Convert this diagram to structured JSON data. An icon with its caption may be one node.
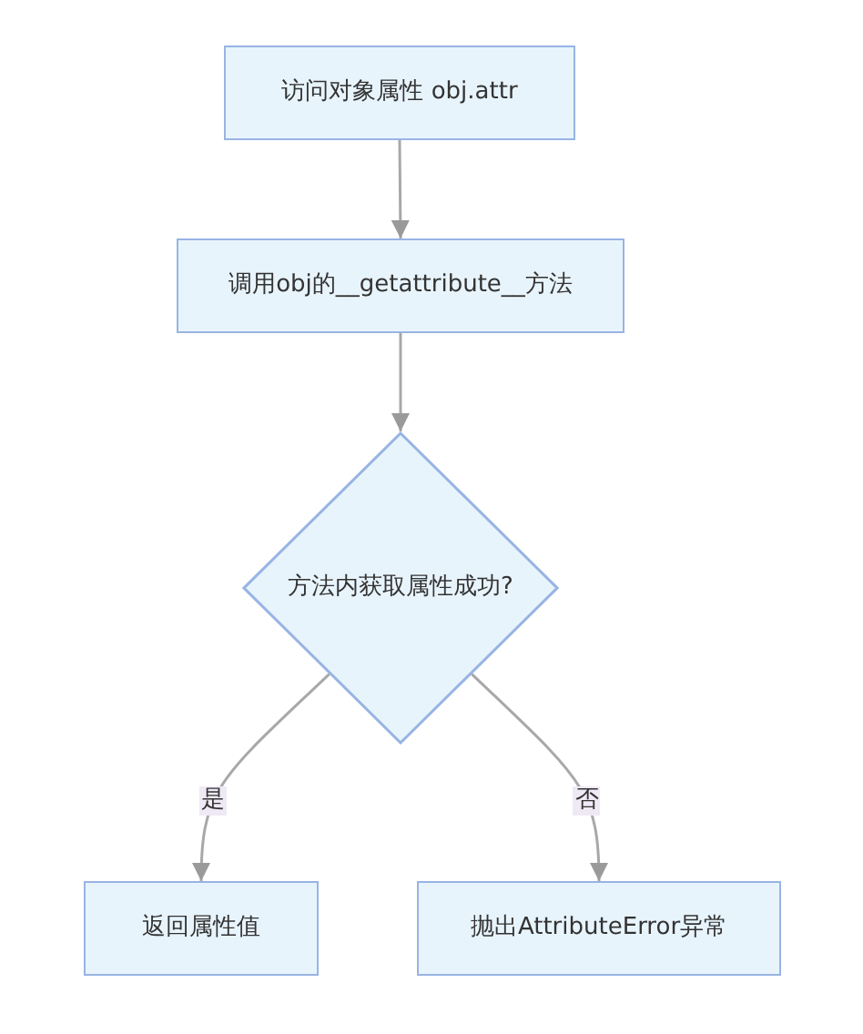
{
  "diagram": {
    "nodes": [
      {
        "text": [
          "访问对象属性 obj.attr"
        ]
      },
      {
        "text": [
          "调用obj的__getattribute__方法"
        ]
      },
      {
        "text": [
          "方法内获取属性成功?"
        ]
      },
      {
        "text": [
          "返回属性值"
        ]
      },
      {
        "text": [
          "抛出AttributeError异常"
        ]
      }
    ],
    "edges": [
      {
        "from": 0,
        "to": 1,
        "arrow": "to"
      },
      {
        "from": 1,
        "to": 2,
        "arrow": "to"
      },
      {
        "from": 2,
        "to": 3,
        "arrow": "to",
        "label": "是"
      },
      {
        "from": 2,
        "to": 4,
        "arrow": "to",
        "label": "否"
      }
    ]
  }
}
